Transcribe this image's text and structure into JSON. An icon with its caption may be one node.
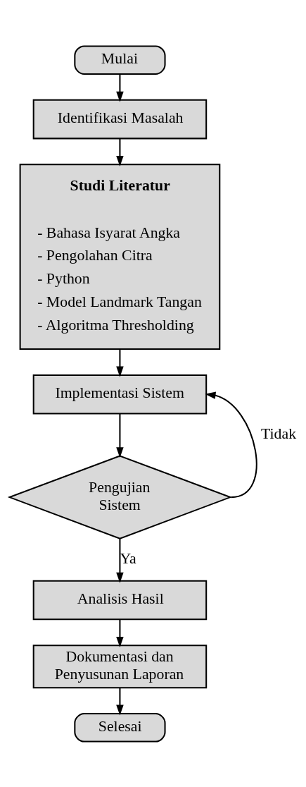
{
  "diagram": {
    "nodes": [
      {
        "text": [
          "Mulai"
        ]
      },
      {
        "text": [
          "Identifikasi Masalah"
        ]
      },
      {
        "text": [
          "Studi Literatur",
          "- Bahasa Isyarat Angka",
          "- Pengolahan Citra",
          "- Python",
          "- Model Landmark Tangan",
          "- Algoritma Thresholding"
        ]
      },
      {
        "text": [
          "Implementasi Sistem"
        ]
      },
      {
        "text": [
          "Pengujian Sistem"
        ]
      },
      {
        "text": [
          "Analisis Hasil"
        ]
      },
      {
        "text": [
          "Dokumentasi dan Penyusunan Laporan"
        ]
      },
      {
        "text": [
          "Selesai"
        ]
      }
    ],
    "edges": [
      {
        "from": 0,
        "to": 1,
        "arrow": "to"
      },
      {
        "from": 1,
        "to": 2,
        "arrow": "to"
      },
      {
        "from": 2,
        "to": 3,
        "arrow": "to"
      },
      {
        "from": 3,
        "to": 4,
        "arrow": "to"
      },
      {
        "from": 4,
        "to": 3,
        "arrow": "to",
        "label": "Tidak"
      },
      {
        "from": 4,
        "to": 5,
        "arrow": "to",
        "label": "Ya"
      },
      {
        "from": 5,
        "to": 6,
        "arrow": "to"
      },
      {
        "from": 6,
        "to": 7,
        "arrow": "to"
      }
    ]
  }
}
